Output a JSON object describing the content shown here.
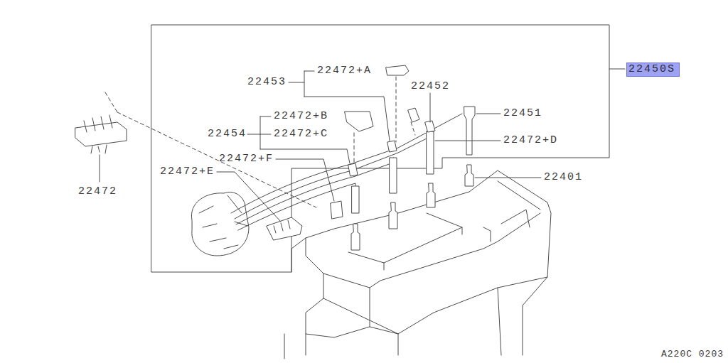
{
  "diagram": {
    "nodes": [
      {
        "text": [
          "22450S"
        ]
      }
    ],
    "labels": [
      "22472+A",
      "22453",
      "22452",
      "22472+B",
      "22451",
      "22454",
      "22472+C",
      "22472+D",
      "22472+F",
      "22472+E",
      "22401",
      "22472",
      "A220C 0203"
    ]
  }
}
